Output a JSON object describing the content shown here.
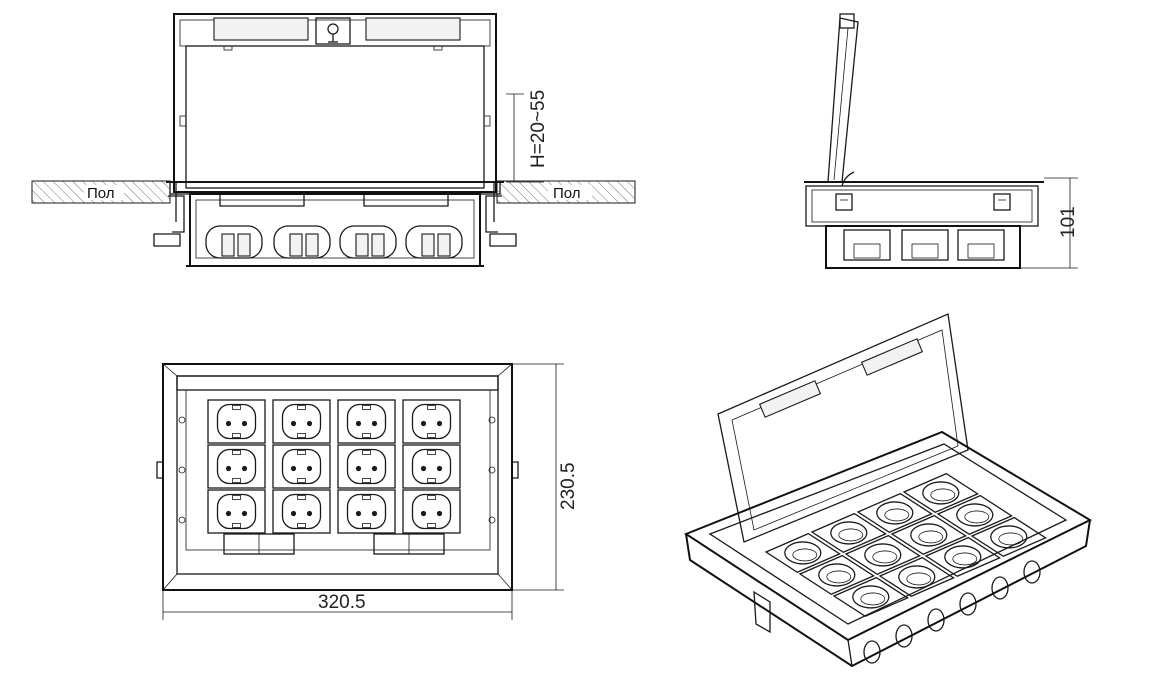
{
  "labels": {
    "floor_left": "Пол",
    "floor_right": "Пол",
    "height_range": "H=20~55",
    "depth": "101",
    "width": "320.5",
    "height": "230.5"
  },
  "outlets": {
    "rows": 3,
    "cols": 4
  },
  "colors": {
    "line": "#1a1a1a",
    "background": "#ffffff"
  }
}
